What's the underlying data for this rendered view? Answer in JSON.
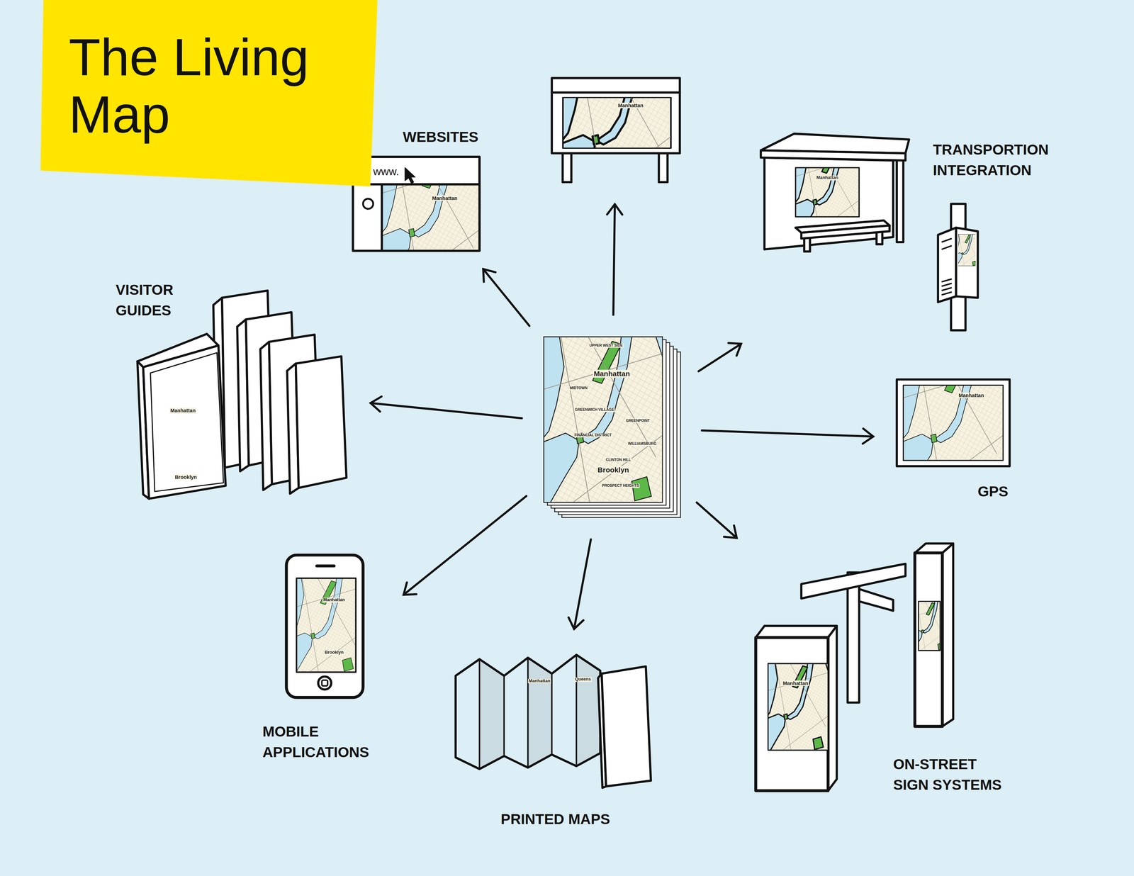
{
  "diagram": {
    "title": "The Living Map",
    "nodes": [
      {
        "text": [
          "WEBSITES",
          "www.",
          "Manhattan"
        ]
      },
      {
        "text": [
          "Manhattan"
        ]
      },
      {
        "text": [
          "TRANSPORTION INTEGRATION",
          "Manhattan"
        ]
      },
      {
        "text": [
          "VISITOR GUIDES",
          "Manhattan",
          "Brooklyn"
        ]
      },
      {
        "text": [
          "UPPER WEST SIDE",
          "Manhattan",
          "MIDTOWN",
          "GREENWICH VILLAGE",
          "GREENPOINT",
          "FINANCIAL DISTRICT",
          "WILLIAMSBURG",
          "CLINTON HILL",
          "Brooklyn",
          "PROSPECT HEIGHTS"
        ]
      },
      {
        "text": [
          "Manhattan",
          "GPS"
        ]
      },
      {
        "text": [
          "Manhattan",
          "Brooklyn",
          "MOBILE APPLICATIONS"
        ]
      },
      {
        "text": [
          "Manhattan",
          "Queens",
          "PRINTED MAPS"
        ]
      },
      {
        "text": [
          "Manhattan",
          "ON-STREET SIGN SYSTEMS"
        ]
      }
    ],
    "edges": [
      {
        "from": 4,
        "to": 0,
        "arrow": "to"
      },
      {
        "from": 4,
        "to": 1,
        "arrow": "to"
      },
      {
        "from": 4,
        "to": 2,
        "arrow": "to"
      },
      {
        "from": 4,
        "to": 5,
        "arrow": "to"
      },
      {
        "from": 4,
        "to": 8,
        "arrow": "to"
      },
      {
        "from": 4,
        "to": 7,
        "arrow": "to"
      },
      {
        "from": 4,
        "to": 6,
        "arrow": "to"
      },
      {
        "from": 4,
        "to": 3,
        "arrow": "to"
      }
    ]
  }
}
